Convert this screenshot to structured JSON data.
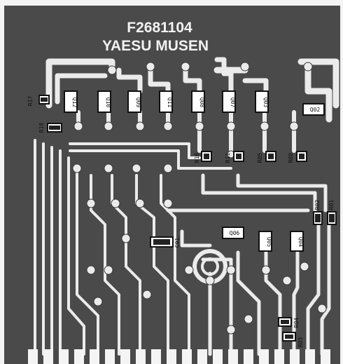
{
  "header": {
    "part_number": "F2681104",
    "maker": "YAESU MUSEN"
  },
  "transistors": [
    "Q12",
    "Q10",
    "Q09",
    "Q11",
    "Q08",
    "Q07",
    "Q03",
    "Q02",
    "Q06",
    "Q05",
    "Q04"
  ],
  "resistors": [
    "R17",
    "R18",
    "R10",
    "R11",
    "R05",
    "R08",
    "R02",
    "R01",
    "R04",
    "R03"
  ],
  "capacitors": [
    "C01"
  ],
  "colors": {
    "board": "#4a4a4a",
    "copper": "#ebebeb",
    "edge": "#f4f4f4"
  }
}
